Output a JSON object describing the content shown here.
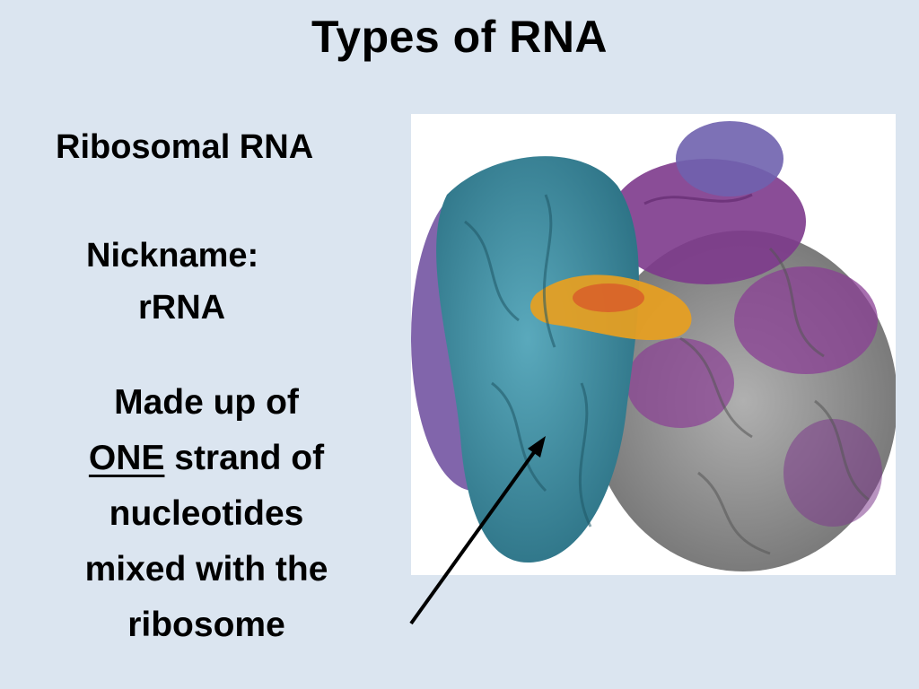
{
  "slide": {
    "title": "Types of RNA",
    "heading": "Ribosomal RNA",
    "nickname_line1": "Nickname:",
    "nickname_line2": "rRNA",
    "desc_line1": "Made up of",
    "desc_emphasis": "ONE",
    "desc_line2_rest": " strand of",
    "desc_line3": "nucleotides",
    "desc_line4": "mixed with the",
    "desc_line5": "ribosome"
  },
  "colors": {
    "background": "#dbe5f0",
    "teal": "#3a8ca0",
    "purple": "#7a3c8c",
    "violet": "#6a5aa8",
    "gray": "#8c8c8c",
    "orange": "#e8a020"
  },
  "image": {
    "subject": "ribosome-structure",
    "pointer": "arrow"
  }
}
